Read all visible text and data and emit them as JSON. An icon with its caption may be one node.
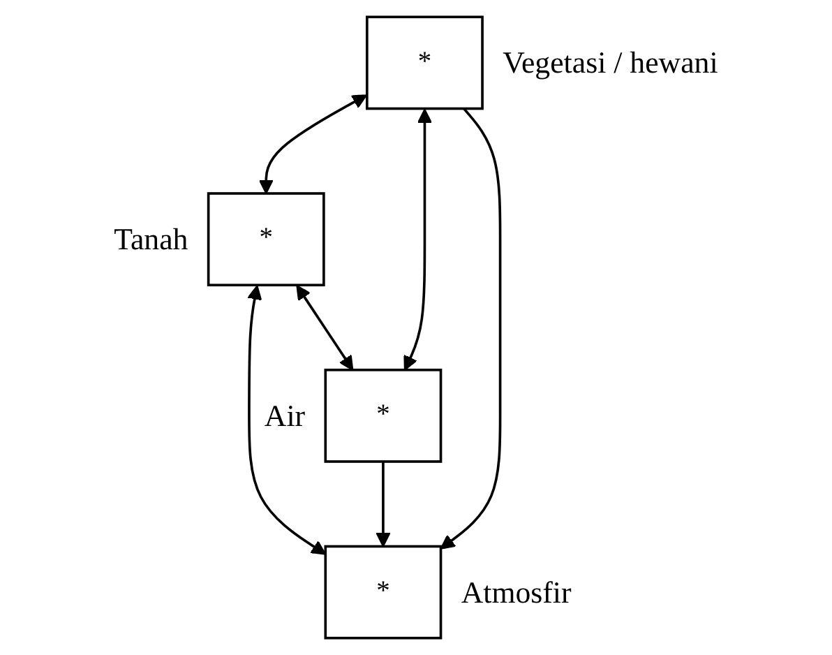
{
  "diagram": {
    "nodes": [
      {
        "text": [
          "*"
        ],
        "beside": [
          "Vegetasi / hewani"
        ]
      },
      {
        "text": [
          "*"
        ],
        "beside": [
          "Tanah"
        ]
      },
      {
        "text": [
          "*"
        ],
        "beside": [
          "Atmosfir"
        ]
      },
      {
        "text": [
          "*"
        ],
        "beside": [
          "Air"
        ]
      }
    ],
    "edges": [
      {
        "from": 0,
        "to": 1,
        "arrow": "both"
      },
      {
        "from": 0,
        "to": 3,
        "arrow": "both"
      },
      {
        "from": 1,
        "to": 2,
        "arrow": "both"
      },
      {
        "from": 1,
        "to": 3,
        "arrow": "both"
      },
      {
        "from": 0,
        "to": 2,
        "arrow": "to"
      },
      {
        "from": 3,
        "to": 2,
        "arrow": "to"
      }
    ]
  }
}
